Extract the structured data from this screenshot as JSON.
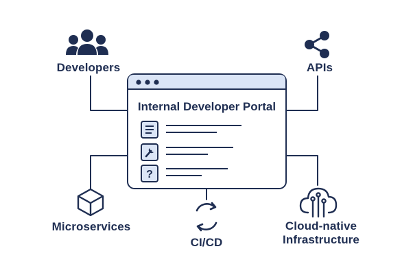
{
  "portal": {
    "title": "Internal Developer Portal",
    "window_dots": 3,
    "rows": [
      {
        "icon": "document-lines-icon"
      },
      {
        "icon": "wrench-icon"
      },
      {
        "icon": "question-mark-icon"
      }
    ]
  },
  "nodes": {
    "developers": {
      "label": "Developers",
      "icon": "people-group-icon"
    },
    "apis": {
      "label": "APIs",
      "icon": "share-nodes-icon"
    },
    "microservices": {
      "label": "Microservices",
      "icon": "cube-icon"
    },
    "cicd": {
      "label": "CI/CD",
      "icon": "cycle-arrows-icon"
    },
    "cloud": {
      "label_line1": "Cloud-native",
      "label_line2": "Infrastructure",
      "icon": "cloud-circuit-icon"
    }
  },
  "colors": {
    "ink": "#1f2e52",
    "titlebar": "#dbe5f6",
    "icon_box_fill": "#dbe5f6",
    "background": "#ffffff"
  }
}
